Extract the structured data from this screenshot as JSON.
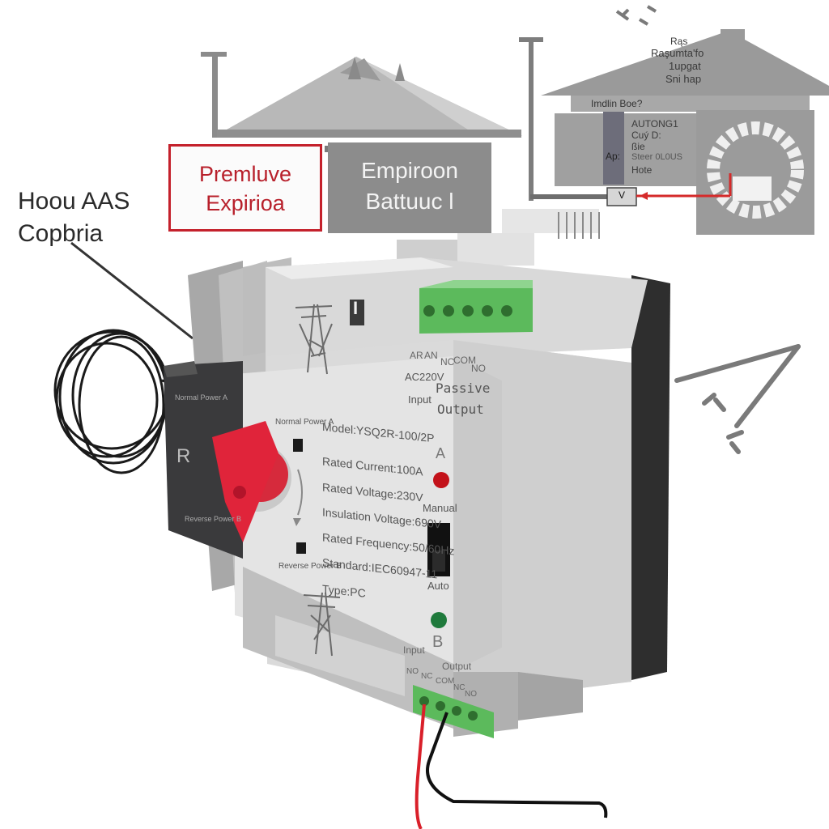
{
  "callout": {
    "line1": "Hoou AAS",
    "line2": "Copbria"
  },
  "red_box": {
    "line1": "Premluve",
    "line2": "Expirioa"
  },
  "gray_box": {
    "line1": "Empiroon",
    "line2": "Battuuc l"
  },
  "house": {
    "roof_text": [
      "Rąs",
      "Raşumta'fo",
      "1upgat",
      "Sni hap"
    ],
    "panel_title": "Imdlin Boe?",
    "panel_text": [
      "AUTONG1",
      "Cuý D:",
      "ßie",
      "Steer 0L0US",
      "Hote"
    ],
    "panel_tag": "Ap:",
    "junction_label": "V"
  },
  "device": {
    "top_terminal_labels": [
      "AR",
      "AN",
      "NC",
      "COM",
      "NO"
    ],
    "ac_input_label": "AC220V",
    "input_label": "Input",
    "passive_label": "Passive",
    "output_label": "Output",
    "left_module_letter": "R",
    "left_module_top_text": "Normal Power A",
    "left_module_bottom_text": "Reverse Power B",
    "knob_top_text": "Normal Power A",
    "knob_bottom_text": "Reverse Power B",
    "spec_lines": [
      "Model:YSQ2R-100/2P",
      "Rated Current:100A",
      "Rated Voltage:230V",
      "Insulation Voltage:690V",
      "Rated Frequency:50/60Hz",
      "Standard:IEC60947-11",
      "Type:PC"
    ],
    "indicator_a_label": "A",
    "manual_label": "Manual",
    "auto_label": "Auto",
    "indicator_b_label": "B",
    "bottom_input_label": "Input",
    "bottom_output_label": "Output",
    "bottom_terminal_labels": [
      "NO",
      "NC",
      "COM",
      "NC",
      "NO"
    ],
    "top_glyph": "I"
  },
  "colors": {
    "housing": "#d6d6d6",
    "housing_dark": "#9a9a9a",
    "module_black": "#3a3a3c",
    "knob_red": "#e0243a",
    "terminal_green": "#5cba5c",
    "indicator_red": "#c3121a",
    "indicator_green": "#1f7a3c",
    "wire_red": "#d9202a",
    "wire_black": "#111111"
  }
}
